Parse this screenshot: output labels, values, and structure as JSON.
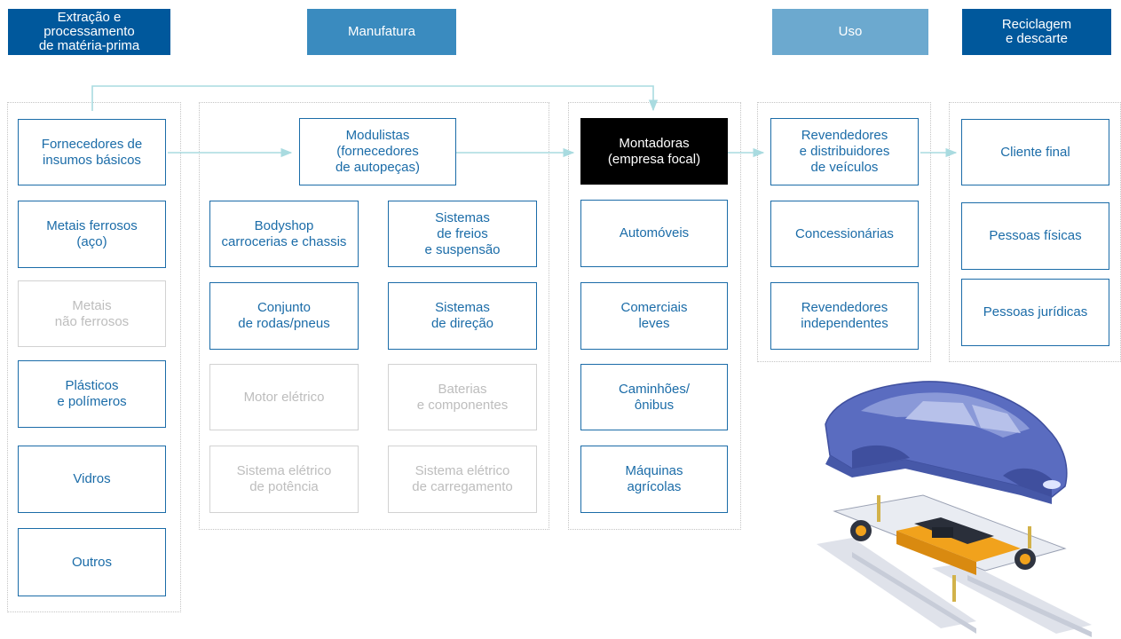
{
  "colors": {
    "stage_extraction": "#00589c",
    "stage_manufacture": "#3a8bbf",
    "stage_use": "#6ca9cf",
    "stage_recycling": "#00589c",
    "box_border": "#1b6ca8",
    "dimmed": "#bdbdbd",
    "focal": "#000000",
    "arrow": "#a9dbe0"
  },
  "stages": [
    {
      "label": "Extração e\nprocessamento\nde matéria-prima"
    },
    {
      "label": "Manufatura"
    },
    {
      "label": "Uso"
    },
    {
      "label": "Reciclagem\ne descarte"
    }
  ],
  "suppliers": {
    "head": "Fornecedores de\ninsumos básicos",
    "items": [
      "Metais ferrosos\n(aço)",
      "Metais\nnão ferrosos",
      "Plásticos\ne polímeros",
      "Vidros",
      "Outros"
    ]
  },
  "modulistas": {
    "head": "Modulistas\n(fornecedores\nde autopeças)",
    "items": [
      "Bodyshop\ncarrocerias e chassis",
      "Sistemas\nde freios\ne suspensão",
      "Conjunto\nde rodas/pneus",
      "Sistemas\nde direção",
      "Motor elétrico",
      "Baterias\ne componentes",
      "Sistema elétrico\nde potência",
      "Sistema elétrico\nde carregamento"
    ]
  },
  "montadoras": {
    "head": "Montadoras\n(empresa focal)",
    "items": [
      "Automóveis",
      "Comerciais\nleves",
      "Caminhões/\nônibus",
      "Máquinas\nagrícolas"
    ]
  },
  "revendedores": {
    "head": "Revendedores\ne distribuidores\nde veículos",
    "items": [
      "Concessionárias",
      "Revendedores\nindependentes"
    ]
  },
  "clientes": {
    "head": "Cliente final",
    "items": [
      "Pessoas físicas",
      "Pessoas jurídicas"
    ]
  }
}
